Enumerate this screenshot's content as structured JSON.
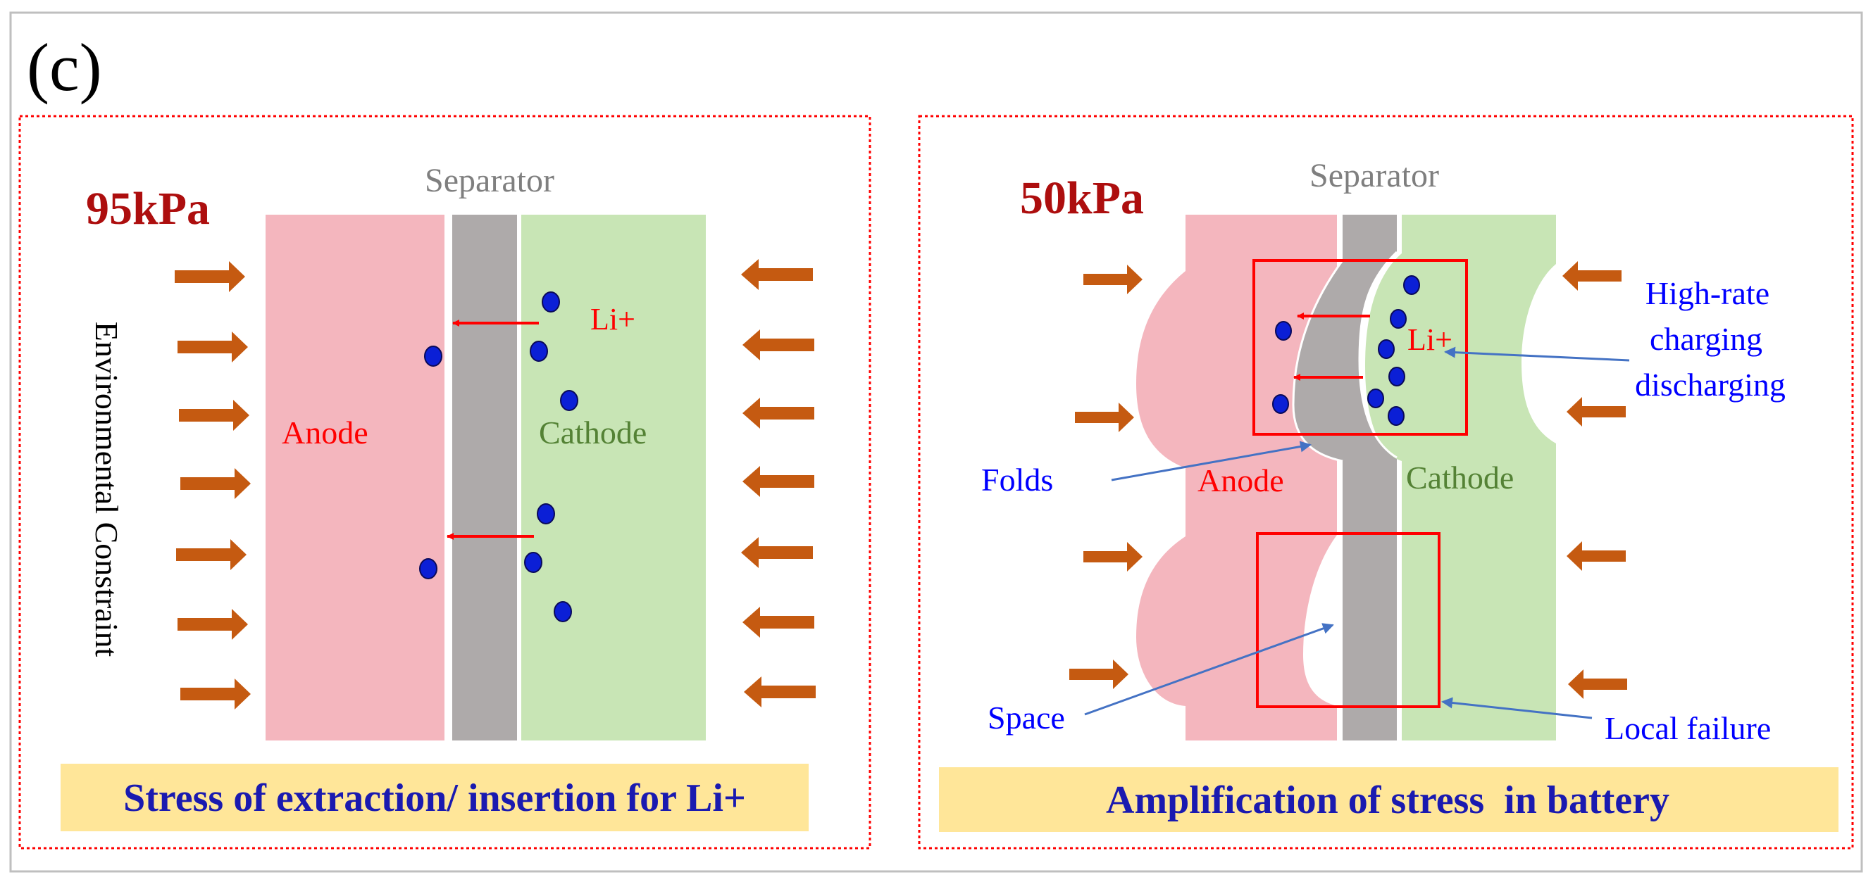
{
  "figure_label": "(c)",
  "colors": {
    "anode": "#F4B6BE",
    "separator": "#AEAAAA",
    "cathode": "#C8E5B5",
    "arrow": "#C55A11",
    "ion": "#0B1FD6",
    "pressure_text": "#AD0E0E",
    "caption_bg": "#FFE699",
    "caption_text": "#1A1AB0",
    "red": "#FF0000",
    "annotation_text": "#0000FF",
    "annotation_arrow": "#4472C4",
    "anode_text": "#FF0000",
    "cathode_text": "#548235",
    "separator_text": "#7F7F7F"
  },
  "left_panel": {
    "pressure": "95kPa",
    "separator_label": "Separator",
    "anode_label": "Anode",
    "cathode_label": "Cathode",
    "ion_label": "Li+",
    "constraint_label": "Environmental Constraint",
    "caption": "Stress of extraction/ insertion for Li+"
  },
  "right_panel": {
    "pressure": "50kPa",
    "separator_label": "Separator",
    "anode_label": "Anode",
    "cathode_label": "Cathode",
    "ion_label": "Li+",
    "annotations": {
      "high_rate_line1": "High-rate",
      "high_rate_line2": "charging",
      "high_rate_line3": "discharging",
      "folds": "Folds",
      "space": "Space",
      "local_failure": "Local failure"
    },
    "caption": "Amplification of stress  in battery"
  }
}
